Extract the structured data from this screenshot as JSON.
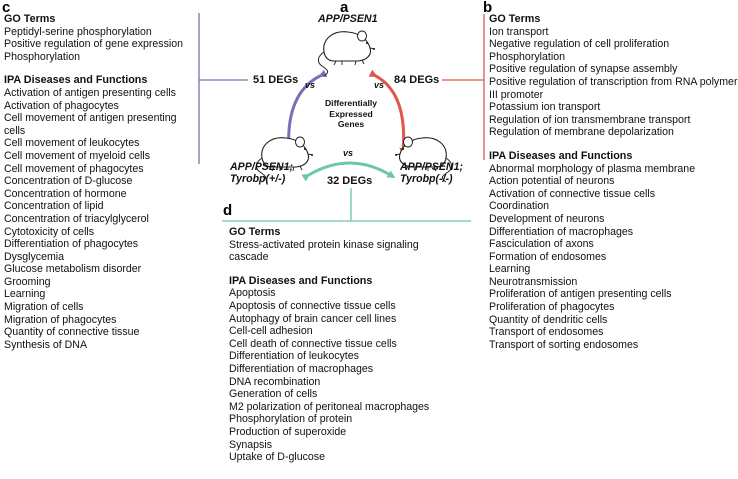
{
  "colors": {
    "purple": "#7b6fb6",
    "red": "#e0574a",
    "green": "#6cc7a6"
  },
  "panel_a": {
    "letter": "a",
    "top_mouse": "APP/PSEN1",
    "left_mouse_line1": "APP/PSEN1;",
    "left_mouse_line2": "Tyrobp(+/-)",
    "right_mouse_line1": "APP/PSEN1;",
    "right_mouse_line2": "Tyrobp(-/-)",
    "center_label_lines": [
      "Differentially",
      "Expressed",
      "Genes"
    ],
    "degs_left": "51 DEGs",
    "degs_right": "84 DEGs",
    "degs_bottom": "32 DEGs",
    "vs": "vs",
    "icons": [
      "mouse-icon",
      "mouse-icon",
      "mouse-icon"
    ]
  },
  "panel_b": {
    "letter": "b",
    "go_heading": "GO Terms",
    "go_terms": [
      "Ion transport",
      "Negative regulation of cell proliferation",
      "Phosphorylation",
      "Positive regulation of synapse assembly",
      "Positive regulation of transcription from RNA polymerase",
      "III promoter",
      "Potassium ion transport",
      "Regulation of ion transmembrane transport",
      "Regulation of membrane depolarization"
    ],
    "ipa_heading": "IPA Diseases and Functions",
    "ipa_terms": [
      "Abnormal morphology of plasma membrane",
      "Action potential of neurons",
      "Activation of connective tissue cells",
      "Coordination",
      "Development of neurons",
      "Differentiation of macrophages",
      "Fasciculation of axons",
      "Formation of endosomes",
      "Learning",
      "Neurotransmission",
      "Proliferation of antigen presenting cells",
      "Proliferation of phagocytes",
      "Quantity of dendritic cells",
      "Transport of endosomes",
      "Transport of sorting endosomes"
    ]
  },
  "panel_c": {
    "letter": "c",
    "go_heading": "GO Terms",
    "go_terms": [
      "Peptidyl-serine phosphorylation",
      "Positive regulation of gene expression",
      "Phosphorylation"
    ],
    "ipa_heading": "IPA Diseases and Functions",
    "ipa_terms": [
      "Activation of antigen presenting cells",
      "Activation of phagocytes",
      "Cell movement of antigen presenting",
      "cells",
      "Cell movement of leukocytes",
      "Cell movement of myeloid cells",
      "Cell movement of phagocytes",
      "Concentration of D-glucose",
      "Concentration of hormone",
      "Concentration of lipid",
      "Concentration of triacylglycerol",
      "Cytotoxicity of cells",
      "Differentiation of phagocytes",
      "Dysglycemia",
      "Glucose metabolism disorder",
      "Grooming",
      "Learning",
      "Migration of cells",
      "Migration of phagocytes",
      "Quantity of connective tissue",
      "Synthesis of DNA"
    ]
  },
  "panel_d": {
    "letter": "d",
    "go_heading": "GO Terms",
    "go_terms": [
      "Stress-activated protein kinase signaling",
      "cascade"
    ],
    "ipa_heading": "IPA Diseases and Functions",
    "ipa_terms": [
      "Apoptosis",
      "Apoptosis of connective tissue cells",
      "Autophagy of brain cancer cell lines",
      "Cell-cell adhesion",
      "Cell death of connective tissue cells",
      "Differentiation of leukocytes",
      "Differentiation of macrophages",
      "DNA recombination",
      "Generation of cells",
      "M2 polarization of peritoneal macrophages",
      "Phosphorylation of protein",
      "Production of superoxide",
      "Synapsis",
      "Uptake of D-glucose"
    ]
  }
}
